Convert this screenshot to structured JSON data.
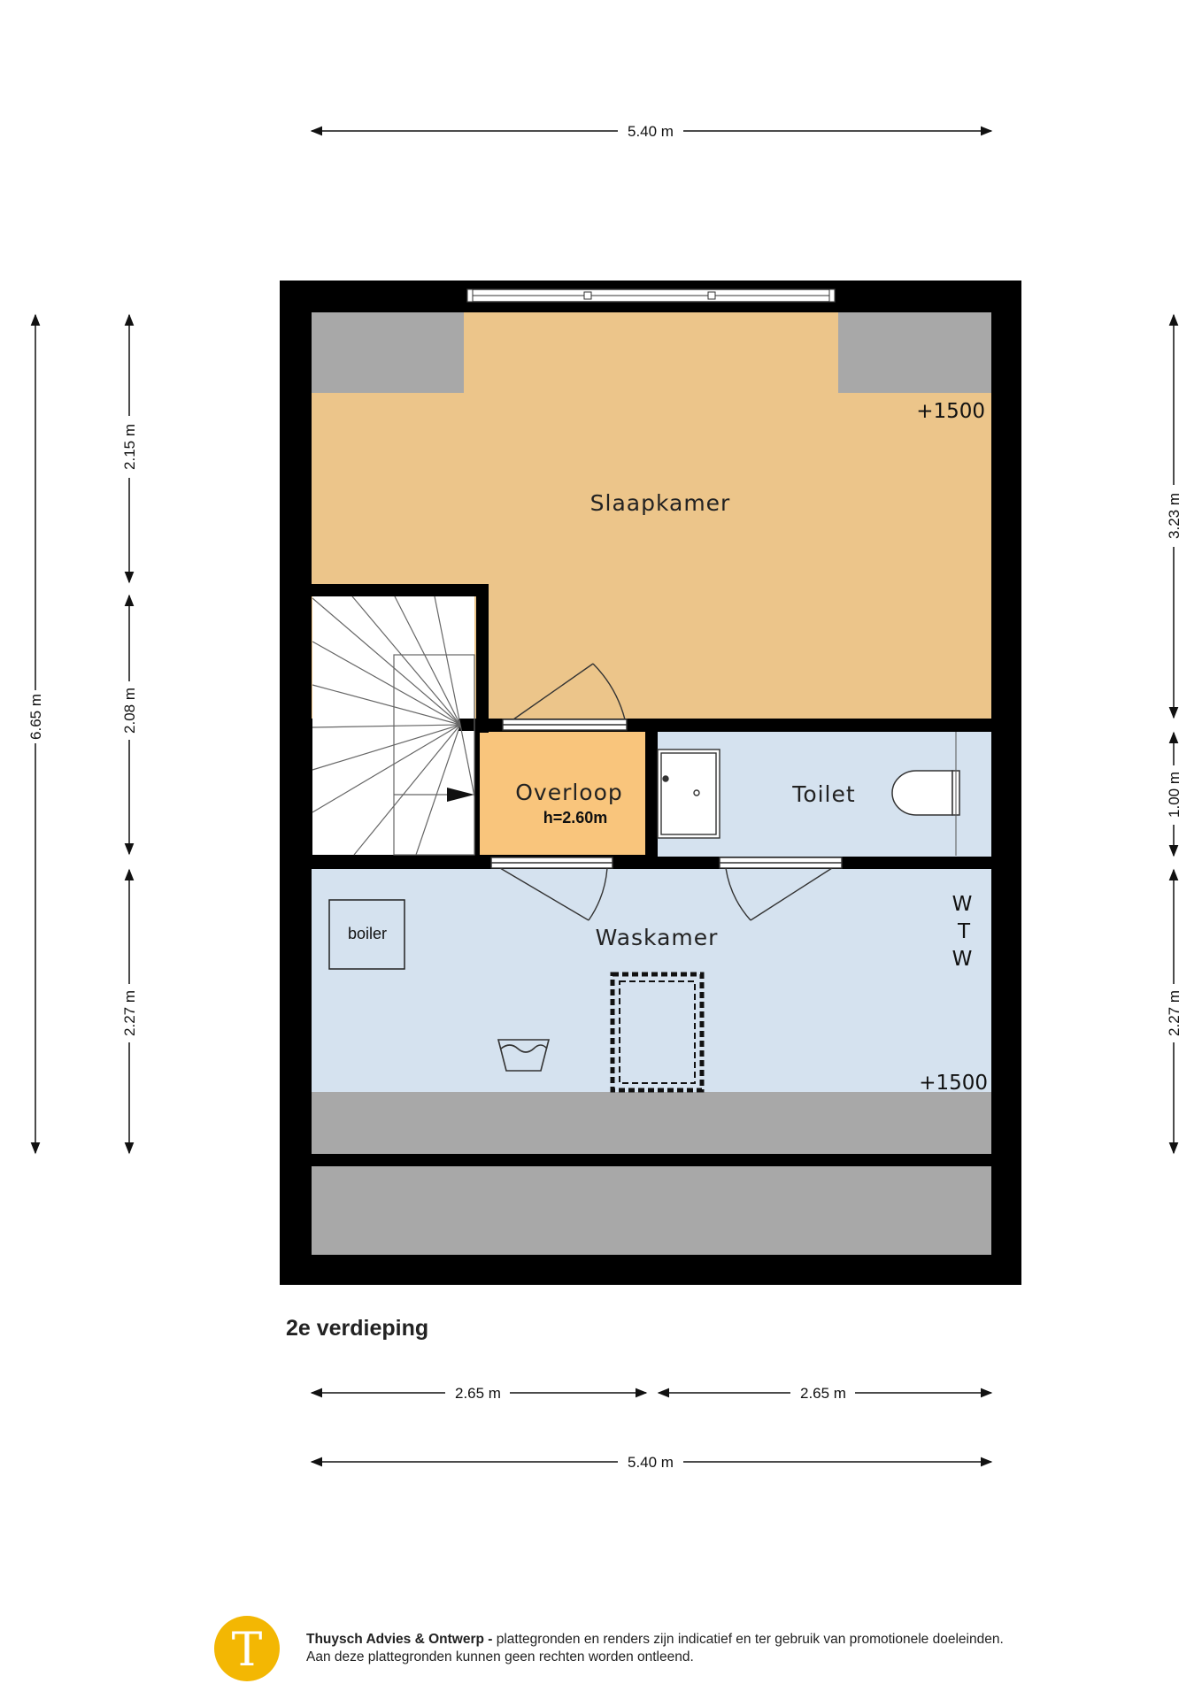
{
  "dimensions": {
    "top_total": "5.40 m",
    "left_total": "6.65 m",
    "left_seg_1": "2.15 m",
    "left_seg_2": "2.08 m",
    "left_seg_3": "2.27 m",
    "right_seg_1": "3.23 m",
    "right_seg_2": "1.00 m",
    "right_seg_3": "2.27 m",
    "bottom_left": "2.65 m",
    "bottom_right": "2.65 m",
    "bottom_total": "5.40 m"
  },
  "rooms": {
    "slaapkamer": "Slaapkamer",
    "overloop": "Overloop",
    "overloop_height": "h=2.60m",
    "toilet": "Toilet",
    "waskamer": "Waskamer",
    "boiler": "boiler",
    "wtw_1": "W",
    "wtw_2": "T",
    "wtw_3": "W"
  },
  "levels": {
    "slaapkamer_level": "+1500",
    "waskamer_level": "+1500"
  },
  "floor_title": "2e verdieping",
  "footer": {
    "logo_letter": "T",
    "company": "Thuysch Advies & Ontwerp -",
    "line1": " plattegronden en renders zijn indicatief en ter gebruik van promotionele doeleinden.",
    "line2": "Aan deze plattegronden kunnen geen rechten worden ontleend."
  },
  "colors": {
    "wall": "#000000",
    "slaapkamer": "#ecc58a",
    "overloop": "#f9c57c",
    "wet_rooms": "#d5e2ef",
    "low_ceiling": "#a8a8a8",
    "logo": "#f3b703"
  }
}
